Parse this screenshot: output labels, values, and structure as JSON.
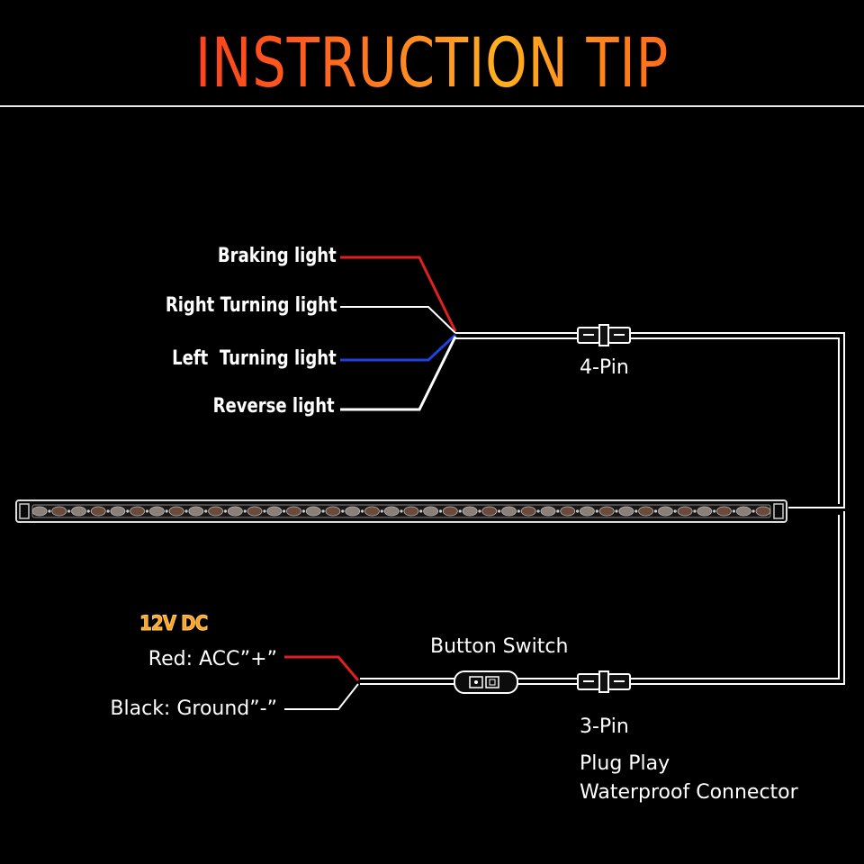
{
  "header": {
    "title": "INSTRUCTION TIP"
  },
  "inputs": [
    {
      "label": "Braking light",
      "wire_color": "#e02020"
    },
    {
      "label": "Right Turning light",
      "wire_color": "#ffffff"
    },
    {
      "label": "Left  Turning light",
      "wire_color": "#2040e0"
    },
    {
      "label": "Reverse light",
      "wire_color": "#ffffff"
    }
  ],
  "connectors": {
    "four_pin": "4-Pin",
    "three_pin": "3-Pin",
    "plug_play": "Plug Play",
    "waterproof": "Waterproof Connector"
  },
  "power": {
    "voltage": "12V DC",
    "red": "Red: ACC”+”",
    "black": "Black: Ground”-”",
    "red_wire_color": "#e02020"
  },
  "switch": {
    "label": "Button Switch"
  },
  "light_bar": {
    "leds": 38
  }
}
